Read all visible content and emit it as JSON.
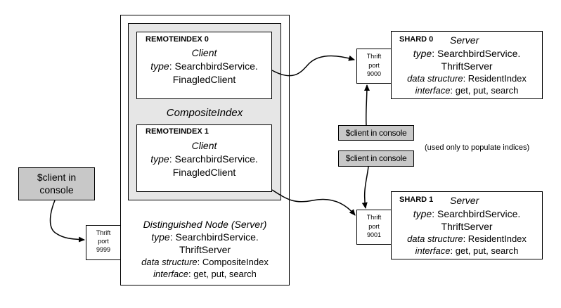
{
  "console_box": {
    "line1": "$client in",
    "line2": "console"
  },
  "port_9999": {
    "line1": "Thrift",
    "line2": "port",
    "line3": "9999"
  },
  "port_9000": {
    "line1": "Thrift",
    "line2": "port",
    "line3": "9000"
  },
  "port_9001": {
    "line1": "Thrift",
    "line2": "port",
    "line3": "9001"
  },
  "distinguished_node": {
    "title": "Distinguished Node (Server)",
    "type_key": "type",
    "type_val_1": ": SearchbirdService.",
    "type_val_2": "ThriftServer",
    "ds_key": "data structure",
    "ds_val": ": CompositeIndex",
    "iface_key": "interface",
    "iface_val": ": get, put, search"
  },
  "composite_index": {
    "label": "CompositeIndex"
  },
  "remote_index_0": {
    "name": "REMOTEINDEX 0",
    "role": "Client",
    "type_key": "type",
    "type_val_1": ": SearchbirdService.",
    "type_val_2": "FinagledClient"
  },
  "remote_index_1": {
    "name": "REMOTEINDEX 1",
    "role": "Client",
    "type_key": "type",
    "type_val_1": ": SearchbirdService.",
    "type_val_2": "FinagledClient"
  },
  "shard_0": {
    "name": "SHARD 0",
    "role": "Server",
    "type_key": "type",
    "type_val_1": ": SearchbirdService.",
    "type_val_2": "ThriftServer",
    "ds_key": "data structure",
    "ds_val": ": ResidentIndex",
    "iface_key": "interface",
    "iface_val": ": get, put, search"
  },
  "shard_1": {
    "name": "SHARD 1",
    "role": "Server",
    "type_key": "type",
    "type_val_1": ": SearchbirdService.",
    "type_val_2": "ThriftServer",
    "ds_key": "data structure",
    "ds_val": ": ResidentIndex",
    "iface_key": "interface",
    "iface_val": ": get, put, search"
  },
  "console_tag_top": {
    "label": "$client in console"
  },
  "console_tag_bottom": {
    "label": "$client in console"
  },
  "populate_note": {
    "text": "(used only to populate indices)"
  },
  "colors": {
    "background": "#000000",
    "box_fill": "#ffffff",
    "console_fill": "#c8c8c8",
    "composite_fill": "#e6e6e6",
    "line": "#000000"
  }
}
